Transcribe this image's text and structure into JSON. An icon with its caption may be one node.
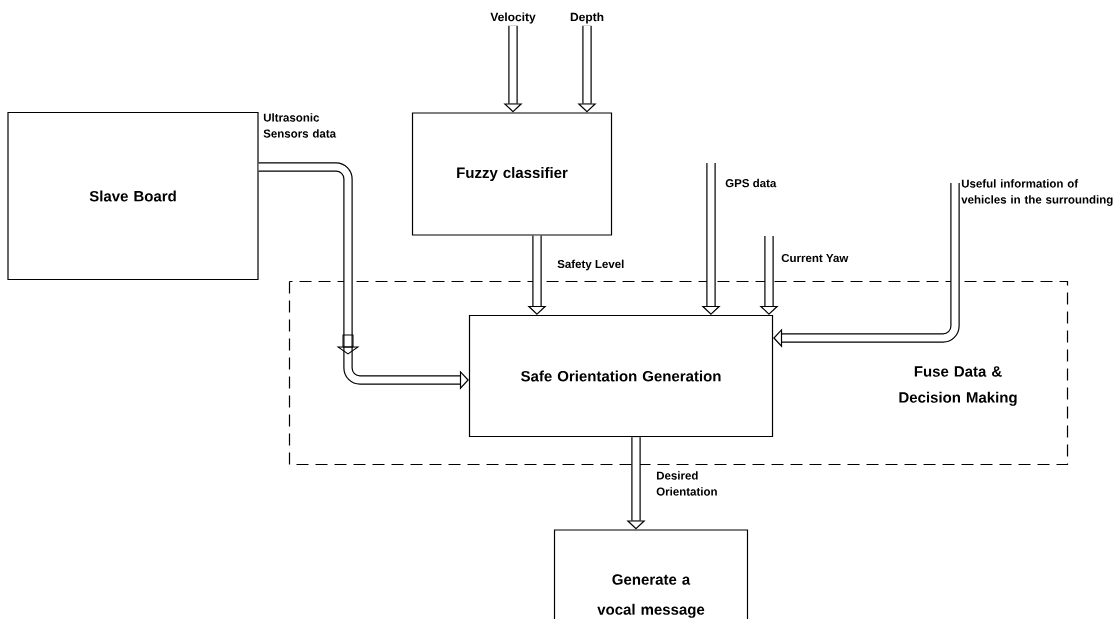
{
  "diagram": {
    "nodes": [
      {
        "text": [
          "Slave Board"
        ]
      },
      {
        "text": [
          "Fuzzy classifier"
        ]
      },
      {
        "text": [
          "Fuse Data & Decision Making"
        ]
      },
      {
        "text": [
          "Safe Orientation Generation"
        ],
        "in": 2
      },
      {
        "text": [
          "Generate a vocal message"
        ]
      },
      {
        "text": [
          "Velocity"
        ]
      },
      {
        "text": [
          "Depth"
        ]
      }
    ],
    "edges": [
      {
        "from": 5,
        "to": 1,
        "arrow": "to"
      },
      {
        "from": 6,
        "to": 1,
        "arrow": "to"
      },
      {
        "from": 0,
        "to": 3,
        "arrow": "to",
        "label": "Ultrasonic Sensors data"
      },
      {
        "from": 1,
        "to": 3,
        "arrow": "to",
        "label": "Safety Level"
      },
      {
        "from": null,
        "to": 3,
        "arrow": "to",
        "label": "GPS data"
      },
      {
        "from": null,
        "to": 3,
        "arrow": "to",
        "label": "Current Yaw"
      },
      {
        "from": null,
        "to": 3,
        "arrow": "to",
        "label": "Useful information of vehicles in the surrounding"
      },
      {
        "from": 3,
        "to": 4,
        "arrow": "to",
        "label": "Desired Orientation"
      }
    ]
  }
}
